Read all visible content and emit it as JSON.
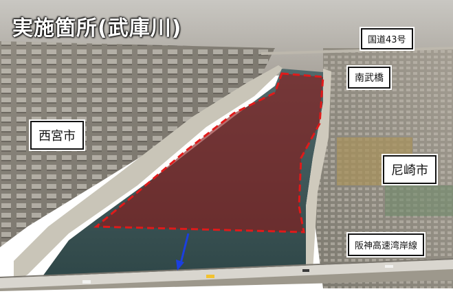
{
  "title": "実施箇所(武庫川)",
  "labels": {
    "kokudo": "国道43号",
    "nambu_bridge": "南武橋",
    "nishinomiya": "西宮市",
    "amagasaki": "尼崎市",
    "hanshin_expressway": "阪神高速湾岸線"
  },
  "colors": {
    "highlight_fill": "#8b1a1a",
    "highlight_border": "#e01a1a",
    "arrow": "#1b3fe0",
    "water": "#3e5a5c"
  }
}
